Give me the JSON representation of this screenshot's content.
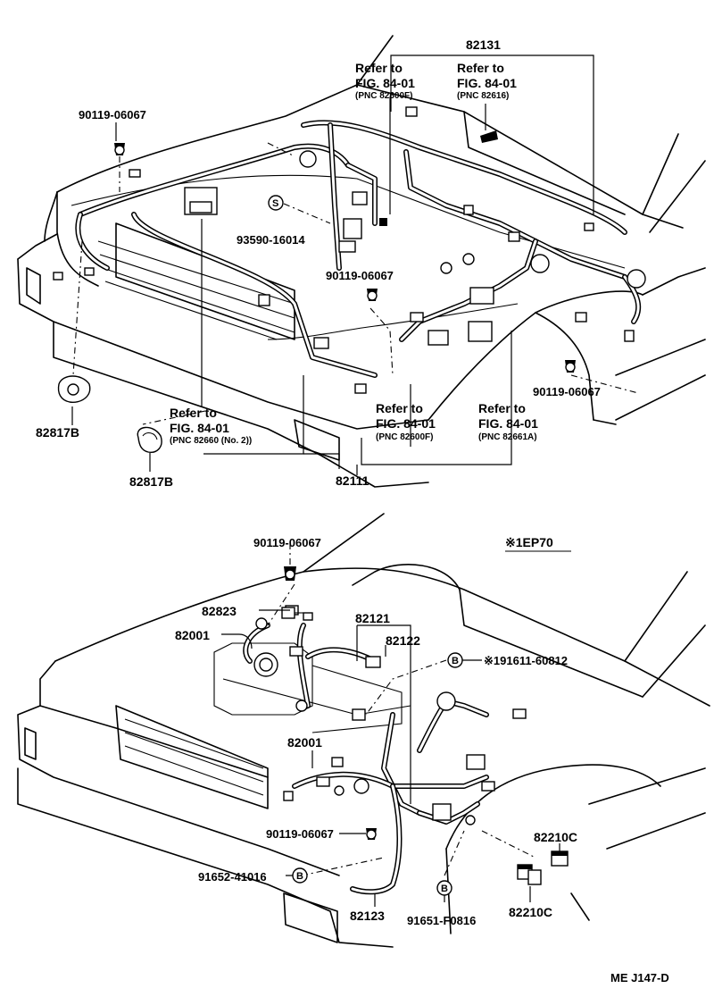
{
  "top": {
    "harness_assy": "82131",
    "refer1": {
      "line1": "Refer to",
      "line2": "FIG. 84-01",
      "pnc": "(PNC 82600F)"
    },
    "refer2": {
      "line1": "Refer to",
      "line2": "FIG. 84-01",
      "pnc": "(PNC 82616)"
    },
    "bolt_left": "90119-06067",
    "clip_s": "93590-16014",
    "s_symbol": "S",
    "bolt_center": "90119-06067",
    "bolt_right": "90119-06067",
    "clamp_a": "82817B",
    "clamp_b": "82817B",
    "refer3": {
      "line1": "Refer to",
      "line2": "FIG. 84-01",
      "pnc": "(PNC 82660 (No. 2))"
    },
    "refer4": {
      "line1": "Refer to",
      "line2": "FIG. 84-01",
      "pnc": "(PNC 82600F)"
    },
    "refer5": {
      "line1": "Refer to",
      "line2": "FIG. 84-01",
      "pnc": "(PNC 82661A)"
    },
    "harness_main": "82111"
  },
  "bottom": {
    "variant": "※1EP70",
    "bolt_top": "90119-06067",
    "p82823": "82823",
    "p82001a": "82001",
    "p82121": "82121",
    "p82122": "82122",
    "p191611": "※191611-60812",
    "b_symbol": "B",
    "p82001b": "82001",
    "bolt_low": "90119-06067",
    "p82210c_a": "82210C",
    "p91652": "91652-41016",
    "p82210c_b": "82210C",
    "p82123": "82123",
    "p91651": "91651-F0816"
  },
  "footer": {
    "code": "ME  J147-D"
  }
}
